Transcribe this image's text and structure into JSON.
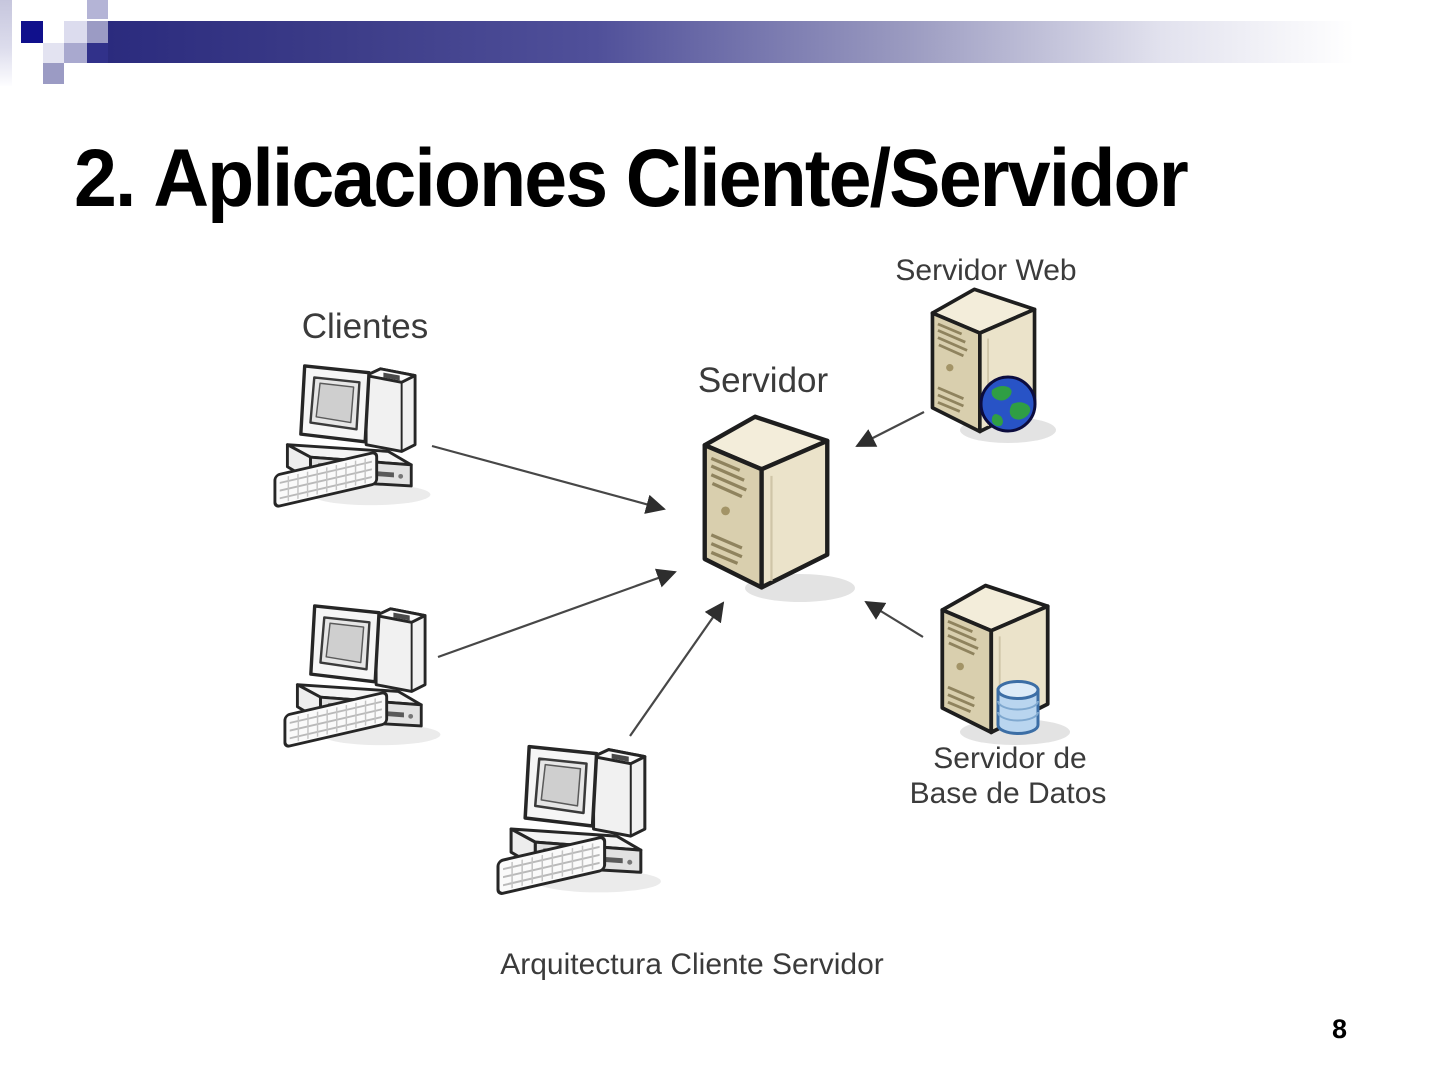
{
  "slide": {
    "title_number": "2.",
    "title_text": "Aplicaciones Cliente/Servidor",
    "page_number": "8"
  },
  "diagram": {
    "caption": "Arquitectura Cliente Servidor",
    "labels": {
      "clients": "Clientes",
      "main_server": "Servidor",
      "web_server": "Servidor Web",
      "db_server_line1": "Servidor de",
      "db_server_line2": "Base de Datos"
    },
    "nodes": [
      {
        "id": "client-1",
        "type": "client-computer"
      },
      {
        "id": "client-2",
        "type": "client-computer"
      },
      {
        "id": "client-3",
        "type": "client-computer"
      },
      {
        "id": "main-server",
        "type": "server-tower"
      },
      {
        "id": "web-server",
        "type": "server-tower-with-globe"
      },
      {
        "id": "db-server",
        "type": "server-tower-with-database"
      }
    ],
    "edges": [
      {
        "from": "client-1",
        "to": "main-server"
      },
      {
        "from": "client-2",
        "to": "main-server"
      },
      {
        "from": "client-3",
        "to": "main-server"
      },
      {
        "from": "web-server",
        "to": "main-server"
      },
      {
        "from": "db-server",
        "to": "main-server"
      }
    ]
  },
  "colors": {
    "navy_square": "#10108c",
    "bar_navy": "#2b2b7e",
    "lavender_medium": "#9b9bc4",
    "lavender_light": "#dcdcee",
    "server_beige_front": "#d9cfae",
    "server_beige_side": "#ebe3ca",
    "server_beige_top": "#f3edda",
    "globe_blue": "#2853c6",
    "globe_green": "#2f9e44",
    "database_blue": "#b9d5ef",
    "arrow_gray": "#3d3d3d",
    "label_gray": "#3b3b3b"
  }
}
